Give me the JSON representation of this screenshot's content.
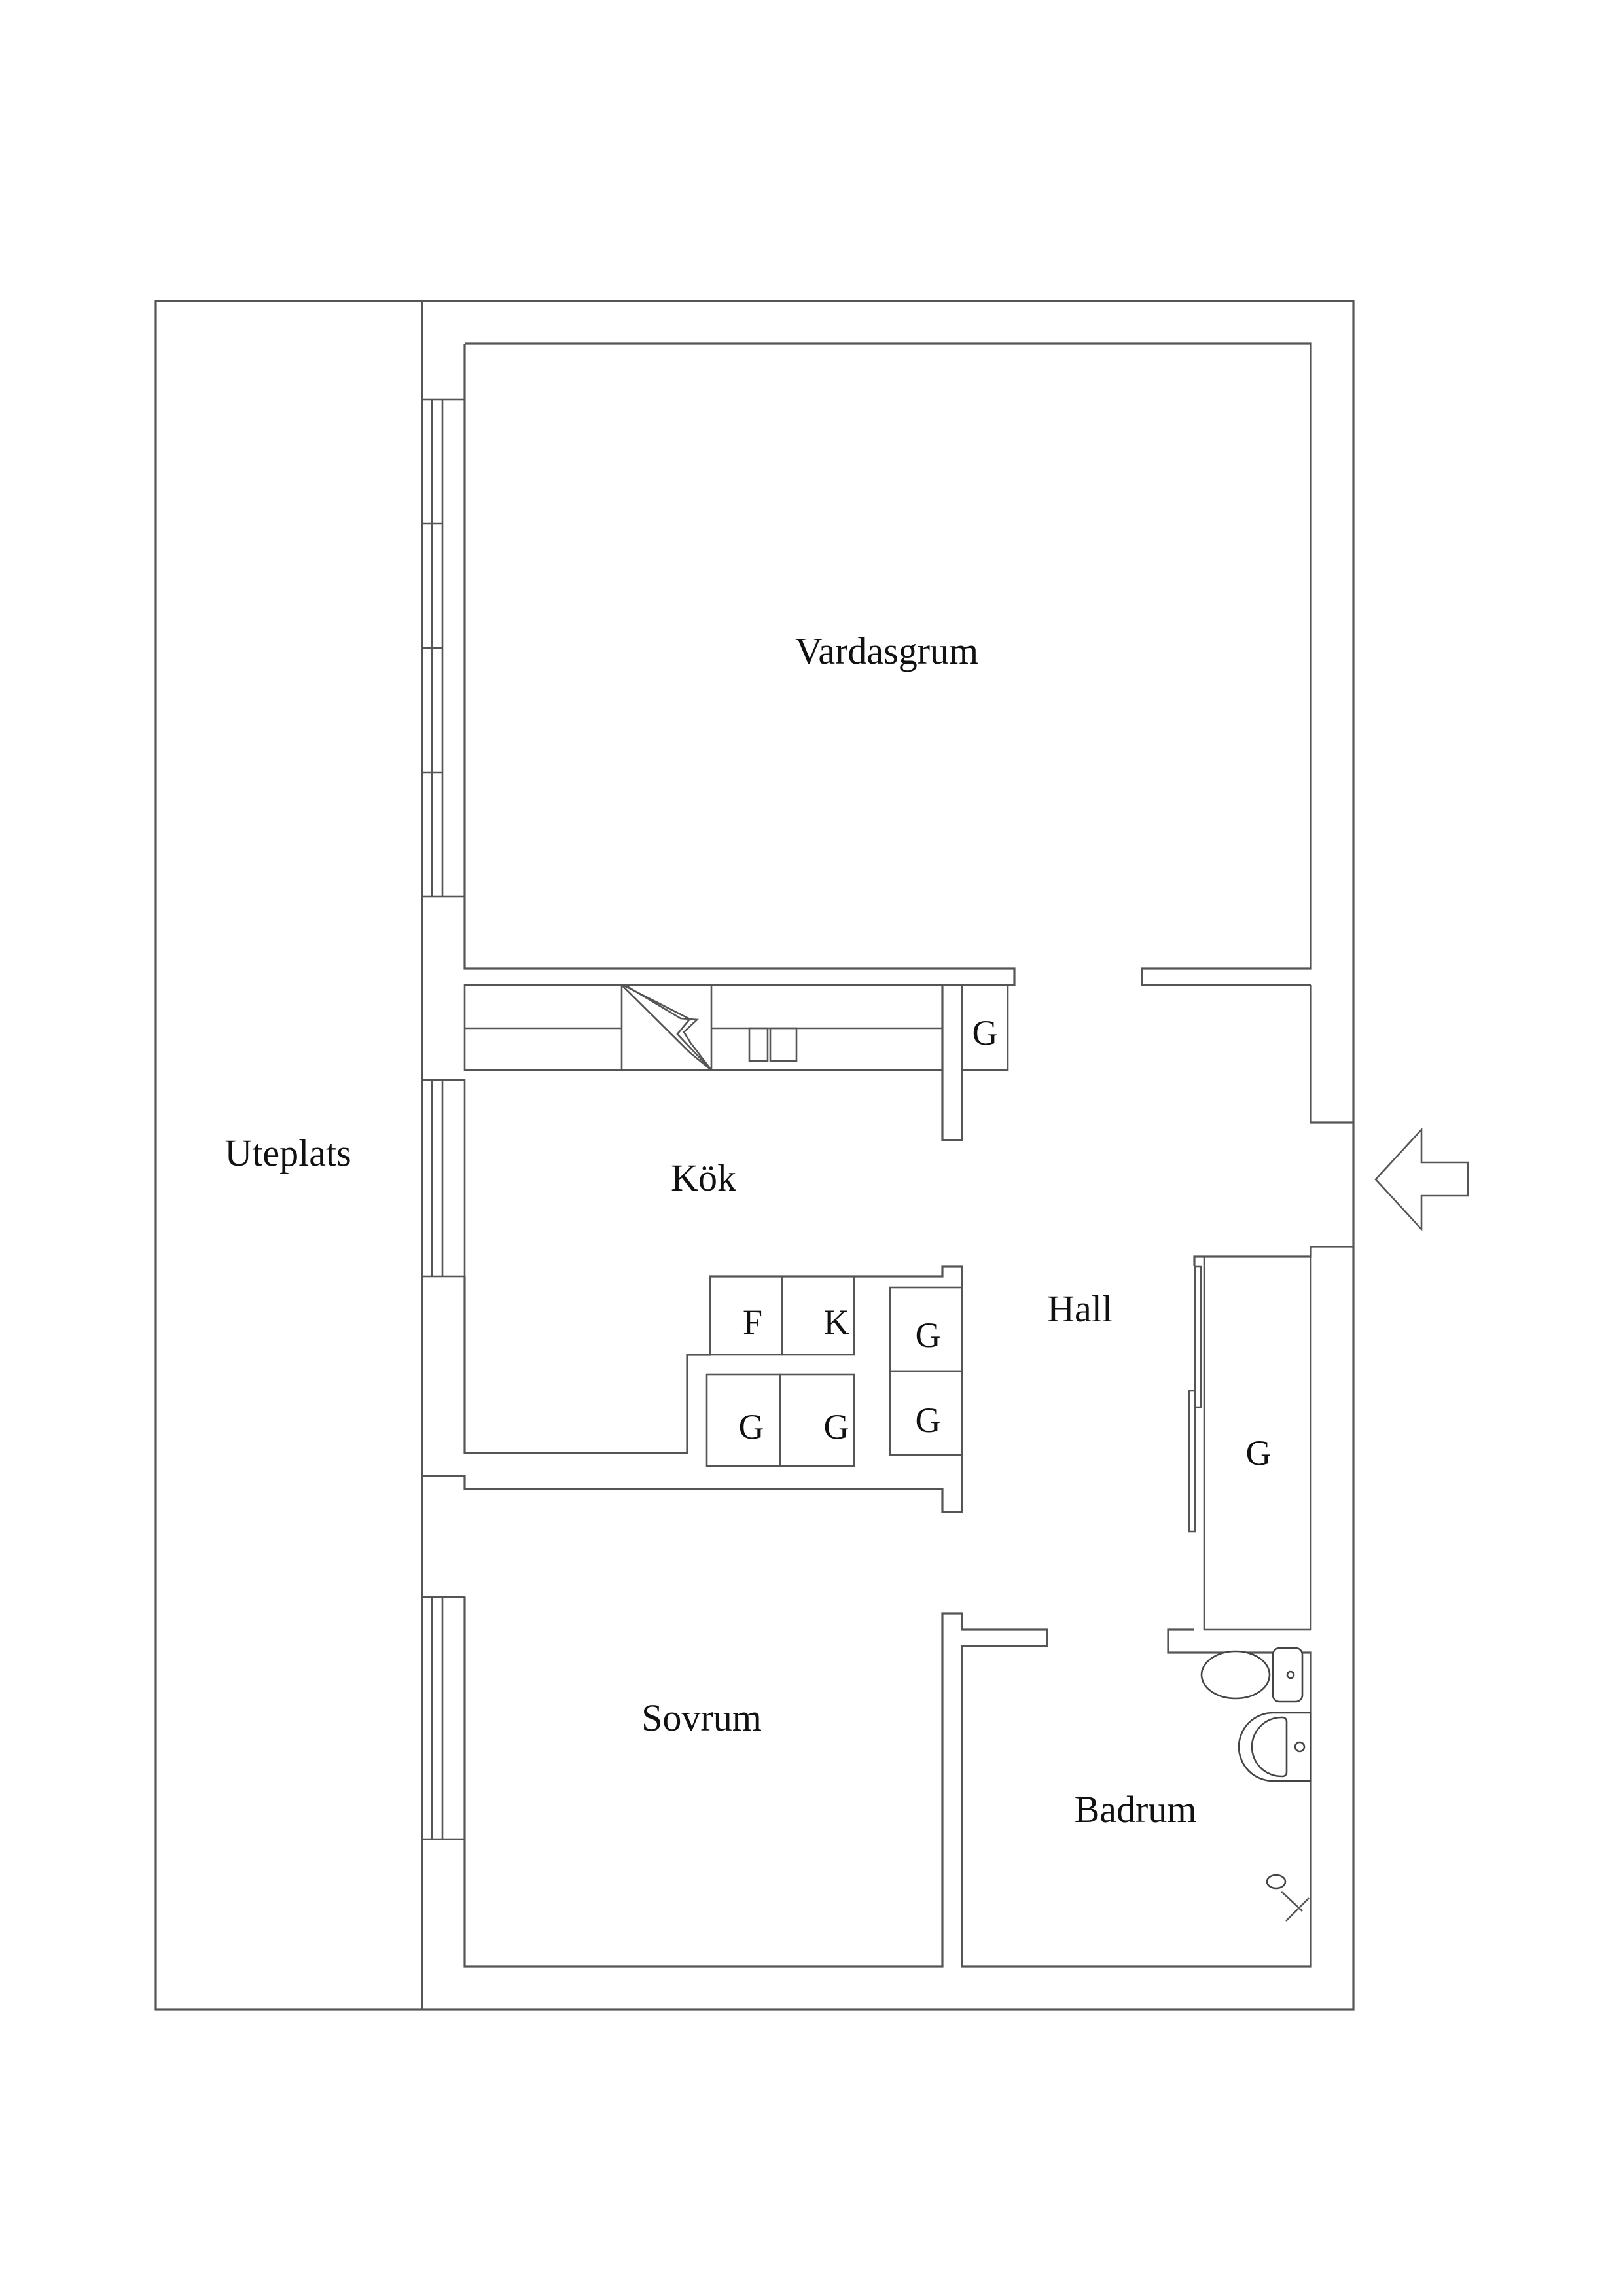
{
  "floorplan": {
    "rooms": {
      "vardagsrum": "Vardasgrum",
      "kok": "Kök",
      "hall": "Hall",
      "sovrum": "Sovrum",
      "badrum": "Badrum",
      "uteplats": "Uteplats"
    },
    "appliances": {
      "fridge": "F",
      "freezer": "K",
      "wardrobe_kitchen": "G",
      "cabinet_1": "G",
      "cabinet_2": "G",
      "cabinet_3": "G",
      "cabinet_4": "G",
      "wardrobe_hall": "G"
    },
    "entrance_arrow": "arrow-left-icon",
    "colors": {
      "line": "#555555",
      "background": "#ffffff",
      "text": "#111111"
    }
  }
}
